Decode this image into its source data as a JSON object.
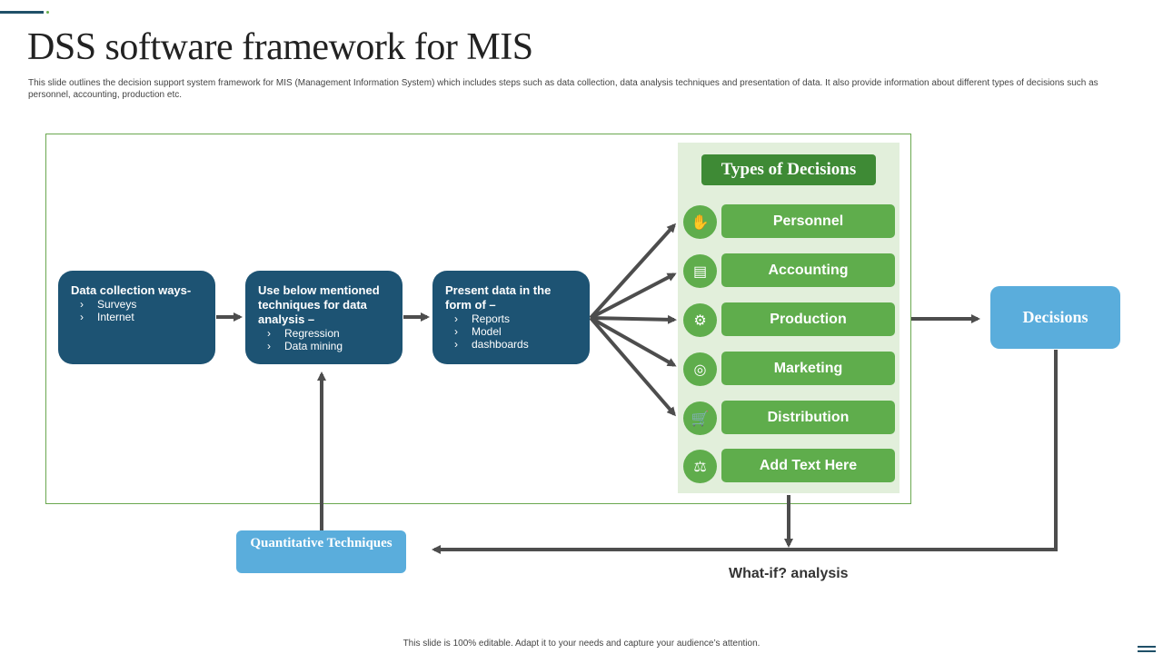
{
  "slide": {
    "title": "DSS software framework for MIS",
    "subtitle": "This slide outlines the decision support system framework for MIS (Management  Information System) which includes steps such as data collection, data analysis techniques and presentation of data. It also provide information about different types of decisions such as personnel, accounting, production etc.",
    "footer": "This slide is 100% editable.  Adapt it to your needs and capture your audience’s attention."
  },
  "flow": {
    "collection": {
      "heading": "Data collection ways-",
      "items": [
        "Surveys",
        "Internet"
      ]
    },
    "analysis": {
      "heading": "Use below mentioned techniques for data analysis –",
      "items": [
        "Regression",
        "Data mining"
      ]
    },
    "presentation": {
      "heading": "Present data in the form of –",
      "items": [
        "Reports",
        "Model",
        "dashboards"
      ]
    }
  },
  "decision_types": {
    "heading": "Types  of Decisions",
    "items": [
      {
        "label": "Personnel",
        "icon": "hand-people-icon"
      },
      {
        "label": "Accounting",
        "icon": "accounting-document-icon"
      },
      {
        "label": "Production",
        "icon": "gear-cycle-icon"
      },
      {
        "label": "Marketing",
        "icon": "marketing-target-icon"
      },
      {
        "label": "Distribution",
        "icon": "person-cart-icon"
      },
      {
        "label": "Add Text Here",
        "icon": "balance-scale-icon"
      }
    ]
  },
  "decisions_label": "Decisions",
  "quantitative_label": "Quantitative Techniques",
  "whatif_label": "What-if? analysis",
  "colors": {
    "dark_blue": "#1d5373",
    "green": "#5fad4c",
    "dark_green": "#3e8a35",
    "light_blue": "#5aaddc",
    "panel_green": "#e2efdb",
    "arrow": "#4d4d4d"
  }
}
